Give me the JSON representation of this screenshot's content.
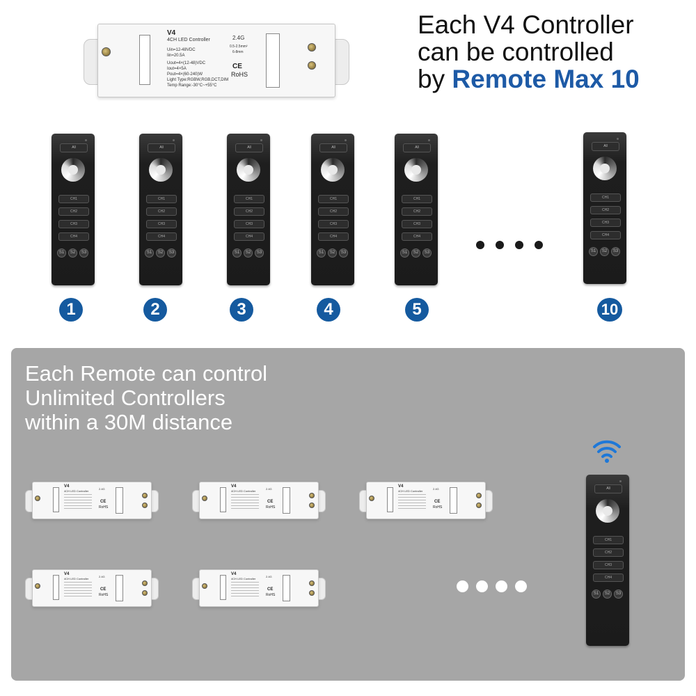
{
  "headline": {
    "line1": "Each V4 Controller",
    "line2": "can be controlled",
    "line3_prefix": "by ",
    "line3_accent": "Remote Max 10"
  },
  "controller": {
    "model": "V4",
    "subtitle": "4CH LED Controller",
    "band": "2.4G",
    "uin": "Uin=12-48VDC",
    "iin": "Iin=20.5A",
    "uout": "Uout=4×(12-48)VDC",
    "iout": "Iout=4×5A",
    "pout": "Pout=4×(60-240)W",
    "light_type": "Light Type:RGBW,RGB,DCT,DIM",
    "temp": "Temp Range:-30°C~+55°C",
    "wire": "0.5-2.5mm²",
    "strip": "6-8mm",
    "ce": "CE",
    "rohs": "RoHS"
  },
  "remote": {
    "all_label": "All",
    "channels": [
      "CH1",
      "CH2",
      "CH3",
      "CH4"
    ],
    "scenes": [
      "S1",
      "S2",
      "S3"
    ]
  },
  "remote_numbers": [
    "1",
    "2",
    "3",
    "4",
    "5",
    "10"
  ],
  "panel": {
    "line1": "Each Remote can control",
    "line2": "Unlimited Controllers",
    "line3": "within a 30M distance"
  },
  "colors": {
    "accent": "#1d5aa6",
    "badge": "#155a9f",
    "panel": "#a6a6a6",
    "wifi": "#1e78d8"
  },
  "icons": {
    "wireless": "wifi-signal-icon",
    "ellipsis": "more-dots-icon"
  }
}
